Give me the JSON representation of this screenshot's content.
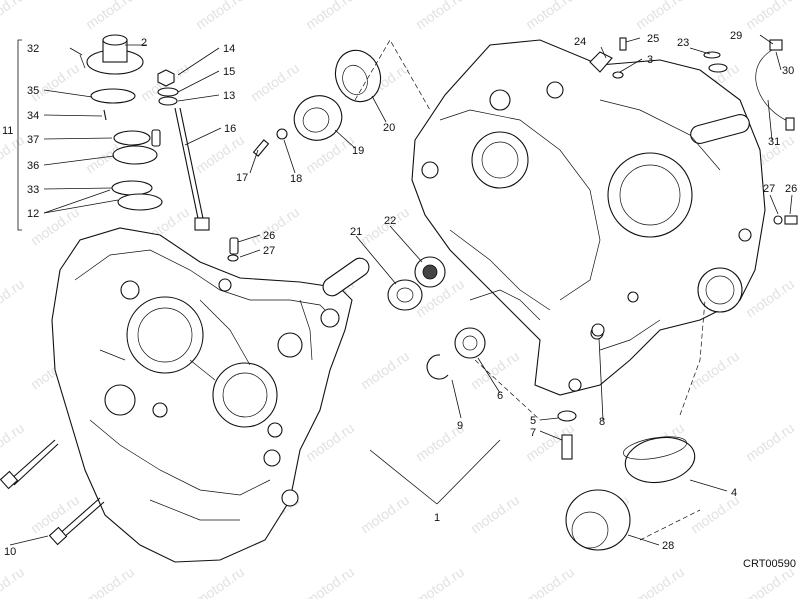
{
  "diagram": {
    "drawing_code": "CRT00590",
    "watermark_text": "motod.ru",
    "callouts": [
      "32",
      "2",
      "14",
      "15",
      "13",
      "16",
      "35",
      "34",
      "37",
      "36",
      "33",
      "12",
      "11",
      "17",
      "18",
      "19",
      "20",
      "26",
      "27",
      "22",
      "21",
      "9",
      "6",
      "10",
      "1",
      "24",
      "25",
      "3",
      "23",
      "29",
      "30",
      "31",
      "27",
      "26",
      "8",
      "5",
      "7",
      "4",
      "28"
    ]
  }
}
